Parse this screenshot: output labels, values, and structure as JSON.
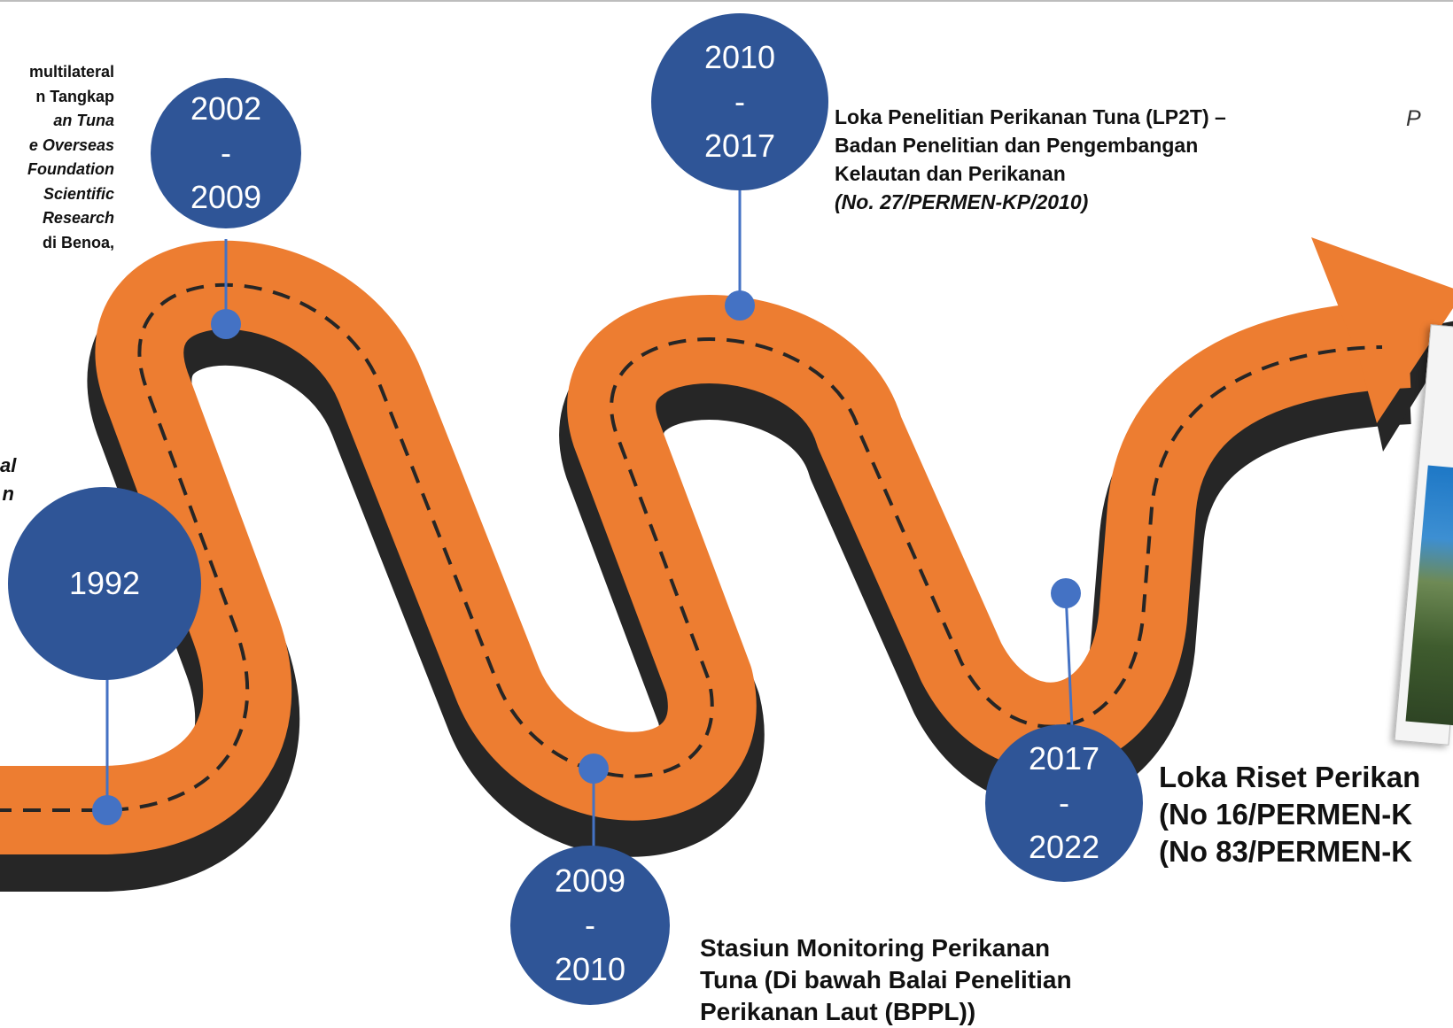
{
  "milestones": [
    {
      "id": "1992",
      "year_lines": [
        "1992"
      ]
    },
    {
      "id": "2002",
      "year_lines": [
        "2002",
        "-",
        "2009"
      ]
    },
    {
      "id": "2009",
      "year_lines": [
        "2009",
        "-",
        "2010"
      ]
    },
    {
      "id": "2010",
      "year_lines": [
        "2010",
        "-",
        "2017"
      ]
    },
    {
      "id": "2017",
      "year_lines": [
        "2017",
        "-",
        "2022"
      ]
    }
  ],
  "texts": {
    "t2002": [
      "multilateral",
      "n Tangkap",
      "an Tuna",
      "e Overseas",
      "Foundation",
      "Scientific",
      "Research",
      "di Benoa,"
    ],
    "t1992": [
      "al",
      "n"
    ],
    "t2010": [
      "Loka Penelitian  Perikanan Tuna (LP2T) –",
      "Badan Penelitian dan Pengembangan",
      "Kelautan dan Perikanan",
      "(No. 27/PERMEN-KP/2010)"
    ],
    "t2009": [
      "Stasiun Monitoring Perikanan",
      "Tuna (Di bawah Balai Penelitian",
      "Perikanan Laut (BPPL))"
    ],
    "t2017": [
      "Loka Riset Perikan",
      "(No 16/PERMEN-K",
      "(No 83/PERMEN-K"
    ],
    "edge": "P"
  },
  "colors": {
    "road": "#ED7D31",
    "road_shadow": "#262626",
    "circle": "#2F5597",
    "marker": "#4472C4",
    "dash": "#262626"
  }
}
